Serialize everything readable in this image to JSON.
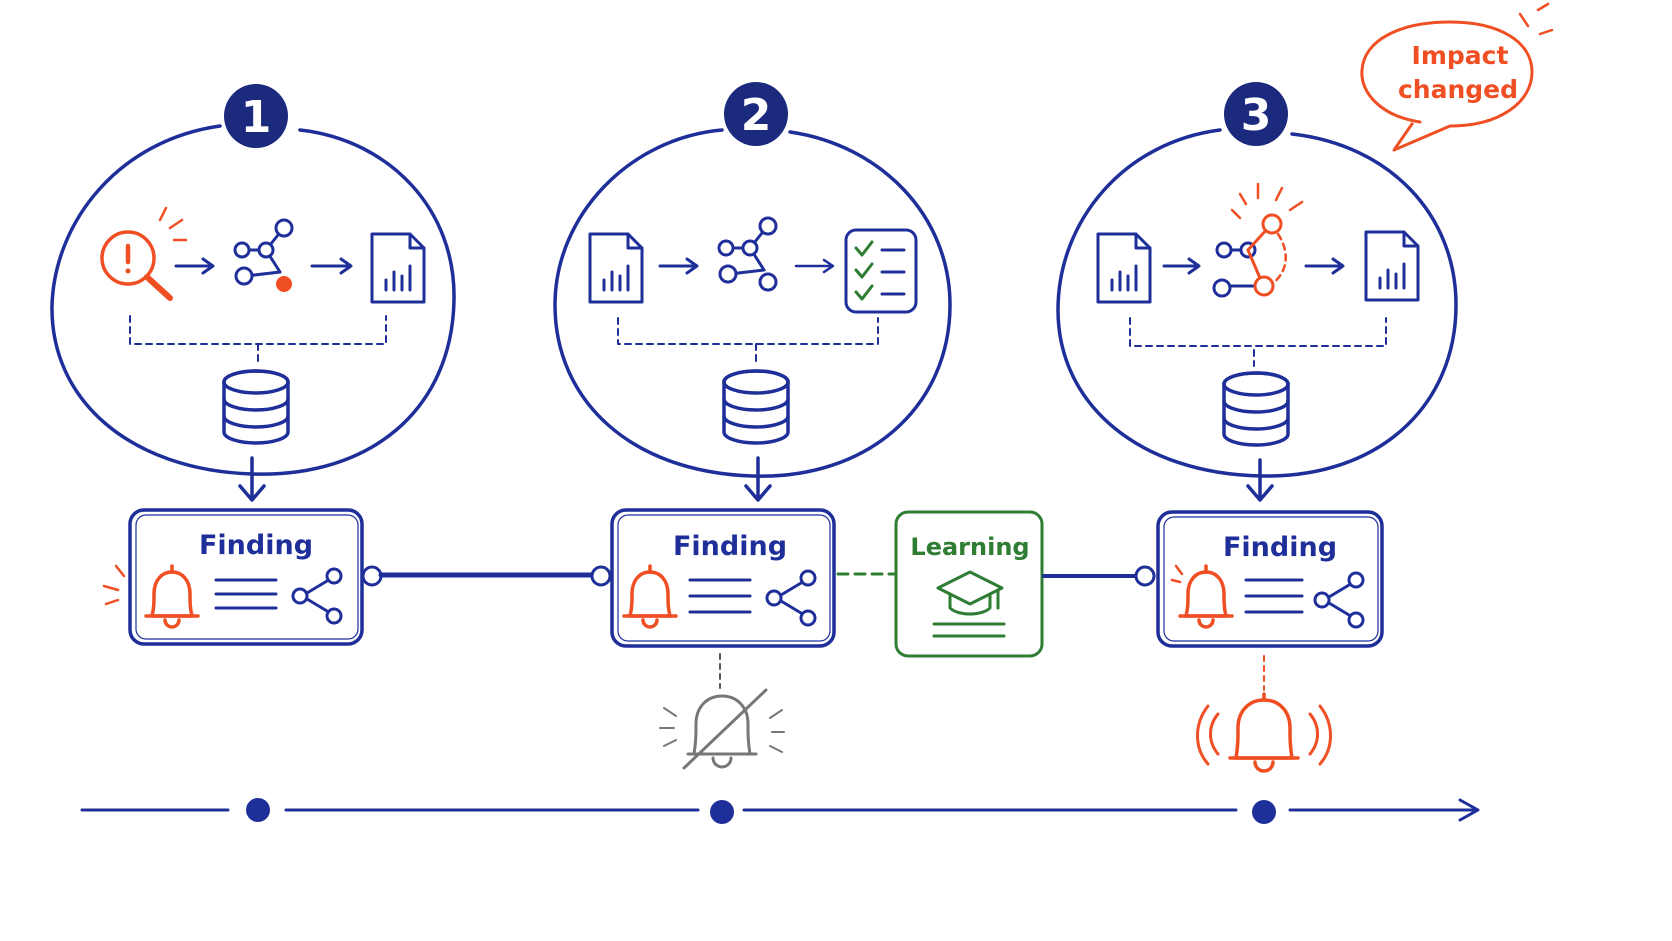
{
  "colors": {
    "primary": "#1f2f9a",
    "alert": "#f04e23",
    "learning": "#2e7d32",
    "muted": "#777777"
  },
  "stages": [
    {
      "number": "1",
      "finding_label": "Finding"
    },
    {
      "number": "2",
      "finding_label": "Finding"
    },
    {
      "number": "3",
      "finding_label": "Finding"
    }
  ],
  "learning": {
    "label": "Learning"
  },
  "callout": {
    "line1": "Impact",
    "line2": "changed"
  },
  "icons": {
    "stage1_flow": [
      "alert-magnifier-icon",
      "graph-icon",
      "report-icon"
    ],
    "stage2_flow": [
      "report-icon",
      "graph-icon",
      "checklist-icon"
    ],
    "stage3_flow": [
      "report-icon",
      "graph-changed-icon",
      "report-icon"
    ],
    "store": "database-icon",
    "finding": [
      "bell-icon",
      "lines-icon",
      "share-icon"
    ],
    "learning": "graduation-cap-icon",
    "below_stage2": "muted-bell-icon",
    "below_stage3": "ringing-bell-icon"
  }
}
